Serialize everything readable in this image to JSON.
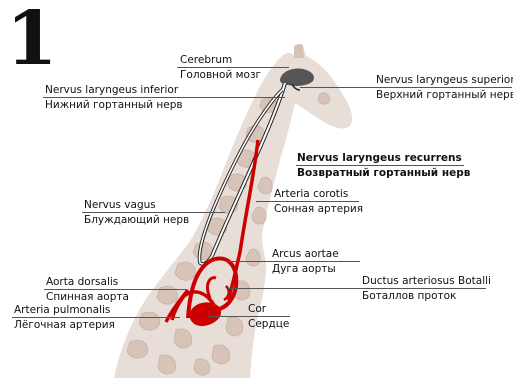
{
  "figure_number": "1",
  "colors": {
    "giraffe_fill": "#e8ded8",
    "giraffe_patch": "#d8c3b9",
    "patch_outline": "#cbb6ab",
    "nerve_black": "#222222",
    "nerve_white": "#ffffff",
    "artery_red": "#cc0000",
    "brain_gray": "#555555"
  },
  "labels": [
    {
      "id": "cerebrum",
      "latin": "Cerebrum",
      "russian": "Головной мозг",
      "emphasis": false
    },
    {
      "id": "nervus-laryngeus-inferior",
      "latin": "Nervus laryngeus inferior",
      "russian": "Нижний гортанный нерв",
      "emphasis": false
    },
    {
      "id": "nervus-laryngeus-superior",
      "latin": "Nervus laryngeus superior",
      "russian": "Верхний гортанный нерв",
      "emphasis": false
    },
    {
      "id": "nervus-laryngeus-recurrens",
      "latin": "Nervus laryngeus recurrens",
      "russian": "Возвратный гортанный нерв",
      "emphasis": true
    },
    {
      "id": "arteria-corotis",
      "latin": "Arteria corotis",
      "russian": "Сонная артерия",
      "emphasis": false
    },
    {
      "id": "nervus-vagus",
      "latin": "Nervus vagus",
      "russian": "Блуждающий нерв",
      "emphasis": false
    },
    {
      "id": "arcus-aortae",
      "latin": "Arcus aortae",
      "russian": "Дуга аорты",
      "emphasis": false
    },
    {
      "id": "aorta-dorsalis",
      "latin": "Aorta dorsalis",
      "russian": "Спинная аорта",
      "emphasis": false
    },
    {
      "id": "ductus-arteriosus",
      "latin": "Ductus arteriosus Botalli",
      "russian": "Боталлов проток",
      "emphasis": false
    },
    {
      "id": "arteria-pulmonalis",
      "latin": "Arteria pulmonalis",
      "russian": "Лёгочная артерия",
      "emphasis": false
    },
    {
      "id": "cor",
      "latin": "Cor",
      "russian": "Сердце",
      "emphasis": false
    }
  ]
}
